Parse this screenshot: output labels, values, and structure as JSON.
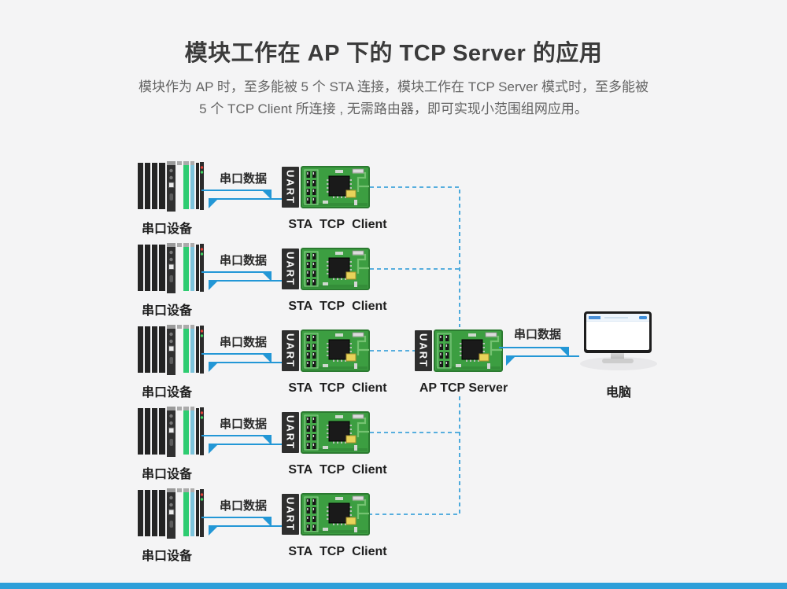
{
  "header": {
    "title": "模块工作在 AP 下的 TCP Server 的应用",
    "subtitle_line1": "模块作为 AP 时，至多能被 5 个 STA 连接，模块工作在 TCP Server 模式时，至多能被",
    "subtitle_line2": "5 个 TCP Client 所连接 , 无需路由器，即可实现小范围组网应用。"
  },
  "diagram": {
    "rows": [
      {
        "device_label": "串口设备",
        "data_label": "串口数据",
        "uart_label": "UART",
        "module_label": "STA TCP Client"
      },
      {
        "device_label": "串口设备",
        "data_label": "串口数据",
        "uart_label": "UART",
        "module_label": "STA TCP Client"
      },
      {
        "device_label": "串口设备",
        "data_label": "串口数据",
        "uart_label": "UART",
        "module_label": "STA TCP Client"
      },
      {
        "device_label": "串口设备",
        "data_label": "串口数据",
        "uart_label": "UART",
        "module_label": "STA TCP Client"
      },
      {
        "device_label": "串口设备",
        "data_label": "串口数据",
        "uart_label": "UART",
        "module_label": "STA TCP Client"
      }
    ],
    "ap": {
      "uart_label": "UART",
      "module_label": "AP TCP Server",
      "data_label": "串口数据"
    },
    "computer": {
      "label": "电脑"
    }
  },
  "colors": {
    "accent_blue": "#2397d6",
    "pcb_green": "#3c9e41",
    "bottom_bar": "#2d9fd9",
    "background": "#f4f4f5"
  }
}
